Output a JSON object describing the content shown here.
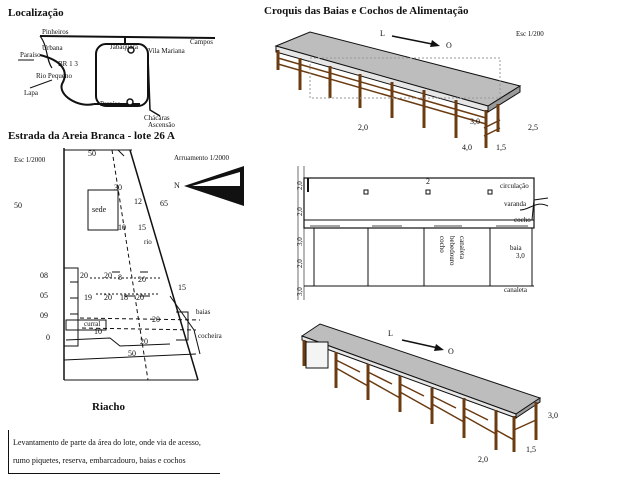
{
  "left": {
    "location_title": "Localização",
    "map_labels": {
      "pinheiros": "Pinheiros",
      "vila_mariana": "Vila Mariana",
      "jabaquara": "Jabaquara",
      "paraiso": "Paraíso",
      "br_3": "BR 1 3",
      "campos": "Campos",
      "paraiso_2": "Paraíso",
      "urbana": "Urbana",
      "lapa": "Lapa",
      "rio_pequeno": "Rio Pequeno",
      "chacaras": "Chácaras",
      "ascension": "Ascensão"
    },
    "plan_title": "Estrada da Areia Branca - lote 26 A",
    "scale_left": "Esc 1/2000",
    "scale_right": "Arruamento 1/2000",
    "dims": {
      "d50_top": "50",
      "d50_left": "50",
      "d30": "30",
      "d12": "12",
      "d65": "65",
      "d10": "10",
      "d15": "15",
      "d08": "08",
      "d05": "05",
      "d09": "09",
      "d0": "0",
      "d20a": "20",
      "d20b": "20",
      "d20c": "20",
      "d20d": "20",
      "d20e": "20",
      "d19": "19",
      "d18": "18",
      "d8": "8",
      "d20f": "20",
      "d50_bottom": "50",
      "d10b": "10",
      "d20g": "20",
      "d15b": "15"
    },
    "labels": {
      "sede": "sede",
      "rio": "rio",
      "baias": "baias",
      "cocheira": "cocheira",
      "curral": "curral"
    },
    "north_label": "N",
    "creek": "Riacho",
    "note": "Levantamento de parte da área do lote, onde via de acesso, rumo piquetes, reserva, embarcadouro, baias e cochos"
  },
  "right": {
    "title": "Croquis das Baias e Cochos de Alimentação",
    "top_view": {
      "arrow_start": "L",
      "arrow_end": "O",
      "scale": "Esc 1/200",
      "dims": {
        "d2_0": "2,0",
        "d3_0": "3,0",
        "d1_5": "1,5",
        "d4_0": "4,0",
        "d2_5": "2,5"
      }
    },
    "plan_view": {
      "left_dims": [
        "2,0",
        "2,0",
        "3,0",
        "2,0",
        "3,0"
      ],
      "center_dim": "2",
      "labels": {
        "circulacao": "circulação",
        "varanda": "varanda",
        "baia": "baia",
        "area": "3,0",
        "cocho": "cocho",
        "canaleta": "canaleta"
      },
      "vertical_labels": [
        "cocho",
        "bebedouro",
        "canaleta"
      ]
    },
    "bottom_view": {
      "arrow_start": "L",
      "arrow_end": "O",
      "dims": {
        "d3_0": "3,0",
        "d2_0": "2,0",
        "d1_5": "1,5"
      }
    }
  }
}
